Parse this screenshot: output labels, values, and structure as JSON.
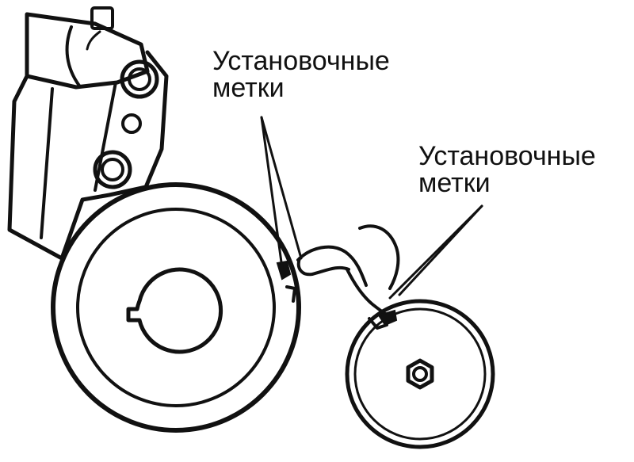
{
  "callouts": [
    {
      "line1": "Установочные",
      "line2": "метки"
    },
    {
      "line1": "Установочные",
      "line2": "метки"
    }
  ],
  "colors": {
    "ink": "#111111",
    "background": "#ffffff"
  }
}
